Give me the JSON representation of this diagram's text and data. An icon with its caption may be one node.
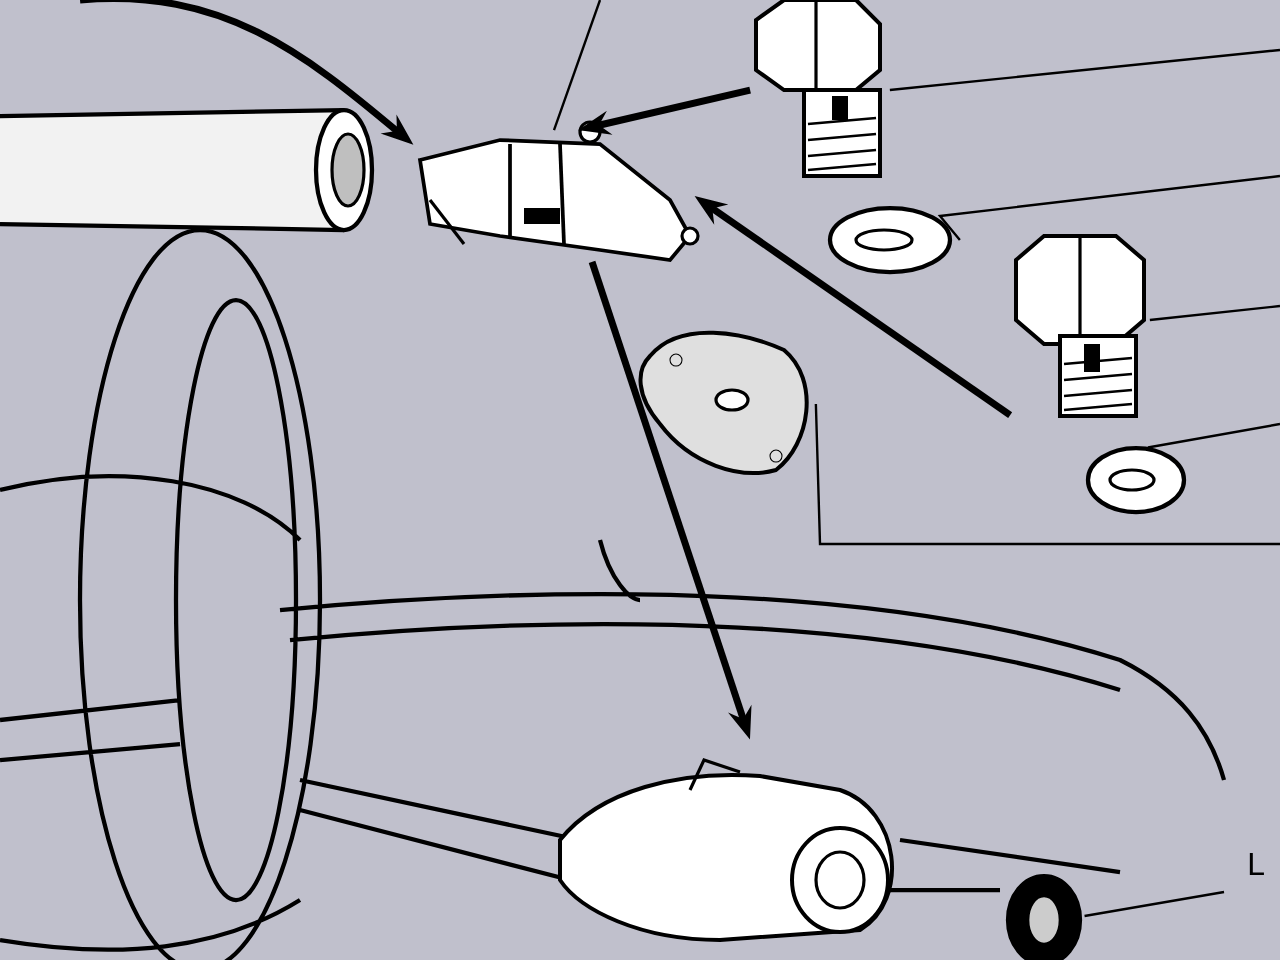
{
  "diagram": {
    "nodes": [
      {
        "text": [],
        "shape": "picture"
      },
      {
        "text": [],
        "shape": "picture"
      },
      {
        "text": [],
        "shape": "picture"
      },
      {
        "text": [],
        "shape": "picture"
      },
      {
        "text": [],
        "shape": "picture"
      },
      {
        "text": [],
        "shape": "picture"
      },
      {
        "text": [],
        "shape": "picture"
      },
      {
        "text": [],
        "shape": "picture"
      },
      {
        "text": [],
        "shape": "picture"
      }
    ],
    "edges": [
      {
        "from": null,
        "to": 1,
        "arrow": "to",
        "style": "thick"
      },
      {
        "from": 2,
        "to": 1,
        "arrow": "to",
        "style": "thick"
      },
      {
        "from": 4,
        "to": 1,
        "arrow": "to",
        "style": "thick"
      },
      {
        "from": 1,
        "to": 7,
        "arrow": "to",
        "style": "thick"
      },
      {
        "from": 1,
        "to": null,
        "arrow": "none"
      },
      {
        "from": 2,
        "to": null,
        "arrow": "none"
      },
      {
        "from": 3,
        "to": null,
        "arrow": "none"
      },
      {
        "from": 4,
        "to": null,
        "arrow": "none"
      },
      {
        "from": 5,
        "to": null,
        "arrow": "none"
      },
      {
        "from": 6,
        "to": null,
        "arrow": "none"
      },
      {
        "from": 8,
        "to": null,
        "arrow": "none"
      }
    ],
    "labels": [
      "L"
    ]
  }
}
